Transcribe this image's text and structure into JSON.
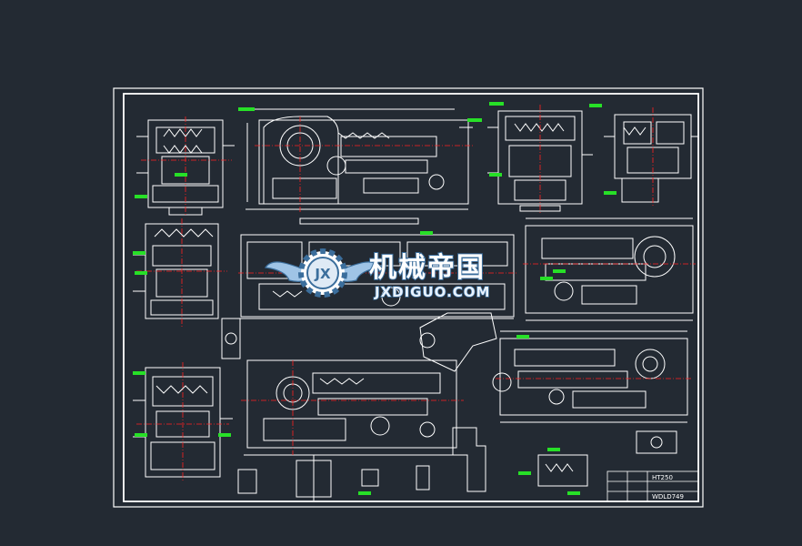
{
  "colors": {
    "background": "#232a33",
    "lines": "#ffffff",
    "centerline": "#ff2020",
    "dimension_tags": "#27e027",
    "watermark_stroke": "#3b6e9c"
  },
  "watermark": {
    "logo_letters": "JX",
    "name_cn": "机械帝国",
    "name_en": "JXDIGUO.COM"
  },
  "title_block": {
    "material": "HT250",
    "drawing_no": "WDLD749"
  }
}
